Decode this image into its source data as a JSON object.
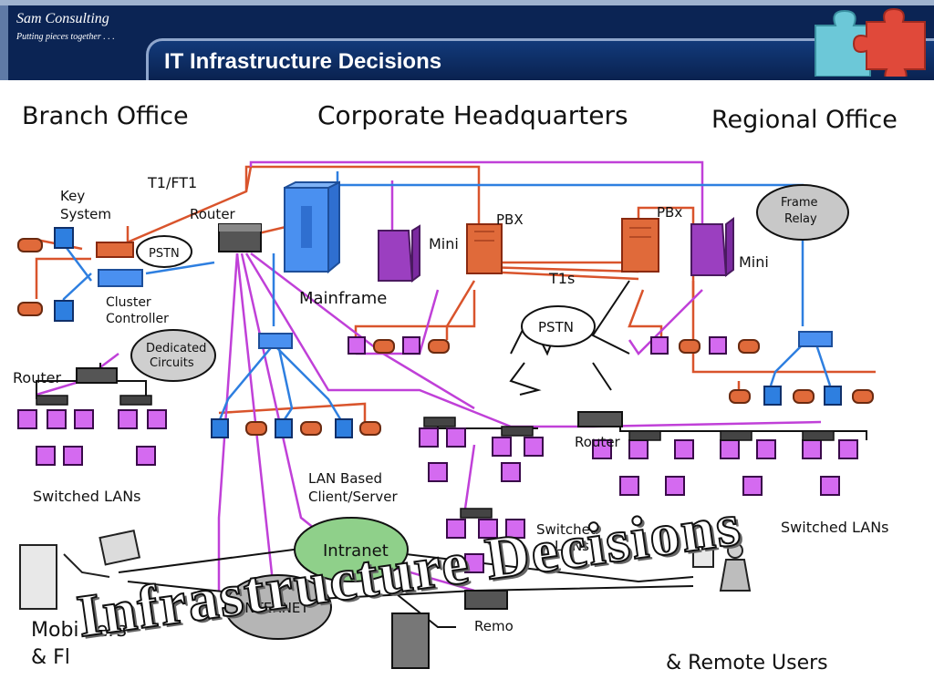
{
  "header": {
    "brand": "Sam Consulting",
    "tagline": "Putting pieces together . . .",
    "title": "IT Infrastructure Decisions",
    "logo_icon": "puzzle-pieces-icon",
    "colors": {
      "header_bg": "#0b2454",
      "puzzle_cyan": "#6cc8d8",
      "puzzle_red": "#e0493a"
    }
  },
  "diagram": {
    "sections": {
      "branch": "Branch Office",
      "hq": "Corporate Headquarters",
      "regional": "Regional Office"
    },
    "labels": {
      "t1ft1": "T1/FT1",
      "key_system": "Key\nSystem",
      "router_hq": "Router",
      "pbx_hq": "PBX",
      "pbx_regional": "PBx",
      "mini_hq": "Mini",
      "mini_regional": "Mini",
      "t1s": "T1s",
      "mainframe": "Mainframe",
      "cluster_controller": "Cluster\nController",
      "router_branch": "Router",
      "router_regional": "Router",
      "switched_lans_branch": "Switched LANs",
      "switched_lans_hq": "Switched\nLANs",
      "switched_lans_regional": "Switched LANs",
      "lan_client_server": "LAN Based\nClient/Server",
      "mobile_users": "Mobi  sers\n& Fi",
      "remote_users": "& Remote Users",
      "remote_partial": "Remo"
    },
    "clouds": {
      "pstn_branch": "PSTN",
      "pstn_center": "PSTN",
      "dedicated": "Dedicated\nCircuits",
      "frame_relay": "Frame\nRelay",
      "intranet": "Intranet",
      "internet": "INTERNET"
    },
    "colors": {
      "red": "#d9542c",
      "purple": "#c040d8",
      "blue": "#2e7fe0",
      "mainframe": "#4a90f0",
      "mini": "#9b3fc0",
      "pbx": "#e06a3a",
      "green_cloud": "#8fd08a",
      "gray_cloud": "#bdbdbd"
    }
  },
  "overlay_title": "Infrastructure Decisions"
}
